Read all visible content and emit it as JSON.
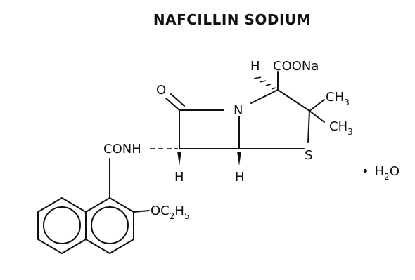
{
  "title": "NAFCILLIN SODIUM",
  "labels": {
    "h_top": "H",
    "coona_prefix": "COON",
    "coona_suffix": "a",
    "ch3_a": "CH",
    "ch3_a_sub": "3",
    "ch3_b": "CH",
    "ch3_b_sub": "3",
    "oxygen": "O",
    "nitrogen": "N",
    "sulfur": "S",
    "conh": "CONH",
    "h_left": "H",
    "h_right": "H",
    "ethoxy_prefix": "OC",
    "ethoxy_sub1": "2",
    "ethoxy_mid": "H",
    "ethoxy_sub2": "5",
    "water_dot": "•",
    "water_h": "H",
    "water_sub": "2",
    "water_o": "O"
  }
}
